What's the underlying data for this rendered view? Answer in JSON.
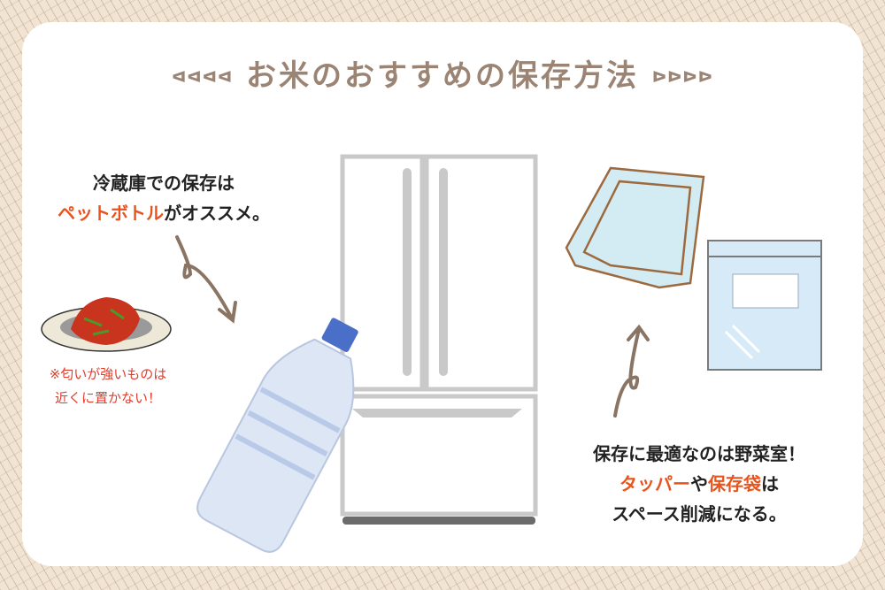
{
  "title": {
    "text": "お米のおすすめの保存方法",
    "left_deco": "ᐊᐊᐊᐊ",
    "right_deco": "ᐅᐅᐅᐅ"
  },
  "left_caption": {
    "line1": "冷蔵庫での保存は",
    "highlight": "ペットボトル",
    "line2_rest": "がオススメ。"
  },
  "note": {
    "line1": "※匂いが強いものは",
    "line2": "近くに置かない！"
  },
  "right_caption": {
    "line1": "保存に最適なのは野菜室！",
    "highlight1": "タッパー",
    "joiner": "や",
    "highlight2": "保存袋",
    "rest": "は",
    "line3": "スペース削減になる。"
  },
  "colors": {
    "title": "#9b8473",
    "accent": "#e8541e",
    "note": "#e23c2c",
    "background": "#f2e4d2"
  }
}
